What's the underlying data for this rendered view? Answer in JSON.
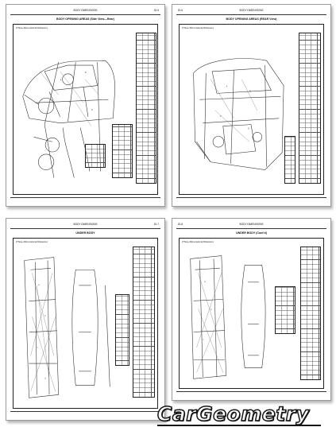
{
  "pages": [
    {
      "header_left": "",
      "header_center": "BODY DIMENSIONS",
      "header_right": "DI-5",
      "title": "BODY OPENING AREAS (Side View—Rear)",
      "frame_label": "(Three-Dimensional Distance)"
    },
    {
      "header_left": "DI-6",
      "header_center": "BODY DIMENSIONS",
      "header_right": "",
      "title": "BODY OPENING AREAS (REAR View)",
      "frame_label": "(Three-Dimensional Distance)"
    },
    {
      "header_left": "",
      "header_center": "BODY DIMENSIONS",
      "header_right": "DI-7",
      "title": "UNDER BODY",
      "frame_label": "(Three-Dimensional Distance)"
    },
    {
      "header_left": "DI-8",
      "header_center": "BODY DIMENSIONS",
      "header_right": "",
      "title": "UNDER BODY (Cont’d)",
      "frame_label": "(Three-Dimensional Distance)"
    }
  ],
  "brand": {
    "logo_text": "CarGeometry"
  }
}
